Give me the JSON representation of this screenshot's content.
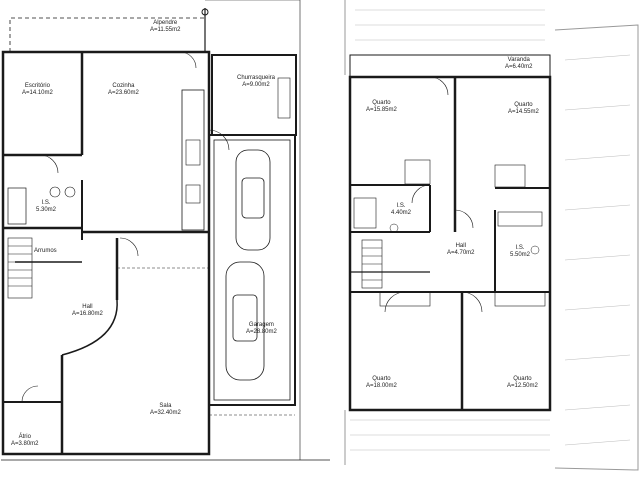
{
  "ground_floor": {
    "rooms": [
      {
        "id": "alpendre",
        "name": "Alpendre",
        "area": "A=11.55m2"
      },
      {
        "id": "escritorio",
        "name": "Escritório",
        "area": "A=14.10m2"
      },
      {
        "id": "cozinha",
        "name": "Cozinha",
        "area": "A=23.60m2"
      },
      {
        "id": "churrasqueira",
        "name": "Churrasqueira",
        "area": "A=9.00m2"
      },
      {
        "id": "is",
        "name": "I.S.",
        "area": "5.30m2"
      },
      {
        "id": "arrumos",
        "name": "Arrumos",
        "area": ""
      },
      {
        "id": "hall",
        "name": "Hall",
        "area": "A=16.80m2"
      },
      {
        "id": "garagem",
        "name": "Garagem",
        "area": "A=28.80m2"
      },
      {
        "id": "sala",
        "name": "Sala",
        "area": "A=32.40m2"
      },
      {
        "id": "atrio",
        "name": "Átrio",
        "area": "A=3.80m2"
      }
    ]
  },
  "upper_floor": {
    "rooms": [
      {
        "id": "varanda",
        "name": "Varanda",
        "area": "A=6.40m2"
      },
      {
        "id": "quarto_nw",
        "name": "Quarto",
        "area": "A=15.85m2"
      },
      {
        "id": "quarto_ne",
        "name": "Quarto",
        "area": "A=14.55m2"
      },
      {
        "id": "is1",
        "name": "I.S.",
        "area": "4.40m2"
      },
      {
        "id": "hall",
        "name": "Hall",
        "area": "A=4.70m2"
      },
      {
        "id": "is2",
        "name": "I.S.",
        "area": "5.50m2"
      },
      {
        "id": "quarto_sw",
        "name": "Quarto",
        "area": "A=18.00m2"
      },
      {
        "id": "quarto_se",
        "name": "Quarto",
        "area": "A=12.50m2"
      }
    ]
  },
  "colors": {
    "wall": "#1a1a1a",
    "line": "#444444",
    "roof": "#999999",
    "fill": "#f2f2f2"
  }
}
